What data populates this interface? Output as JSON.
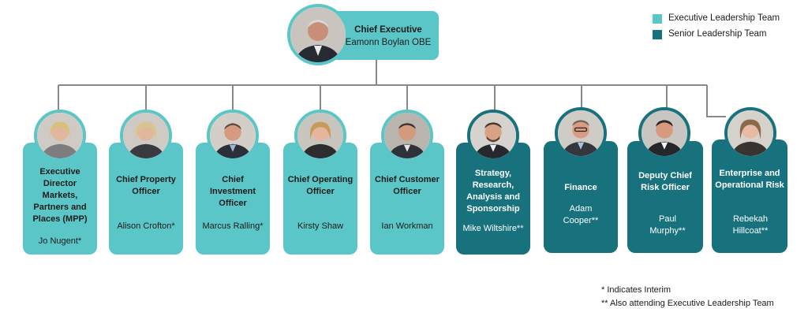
{
  "colors": {
    "elt": "#5bc6c7",
    "slt": "#17727e",
    "connector": "#888888"
  },
  "ceo": {
    "title": "Chief Executive",
    "name": "Eamonn Boylan OBE",
    "icon": "portrait-photo"
  },
  "legend": [
    {
      "label": "Executive Leadership Team",
      "color": "#5bc6c7"
    },
    {
      "label": "Senior Leadership Team",
      "color": "#17727e"
    }
  ],
  "members": [
    {
      "role": "Executive Director Markets, Partners and Places (MPP)",
      "name": "Jo Nugent*",
      "team": "Executive Leadership Team"
    },
    {
      "role": "Chief Property Officer",
      "name": "Alison Crofton*",
      "team": "Executive Leadership Team"
    },
    {
      "role": "Chief Investment Officer",
      "name": "Marcus Ralling*",
      "team": "Executive Leadership Team"
    },
    {
      "role": "Chief Operating Officer",
      "name": "Kirsty Shaw",
      "team": "Executive Leadership Team"
    },
    {
      "role": "Chief Customer Officer",
      "name": "Ian Workman",
      "team": "Executive Leadership Team"
    },
    {
      "role": "Strategy, Research, Analysis and Sponsorship",
      "name": "Mike Wiltshire**",
      "team": "Senior Leadership Team"
    },
    {
      "role": "Finance",
      "name": "Adam Cooper**",
      "team": "Senior Leadership Team"
    },
    {
      "role": "Deputy Chief Risk Officer",
      "name": "Paul Murphy**",
      "team": "Senior Leadership Team"
    },
    {
      "role": "Enterprise and Operational Risk",
      "name": "Rebekah Hillcoat**",
      "team": "Senior Leadership Team"
    }
  ],
  "notes": [
    "* Indicates Interim",
    "** Also attending Executive Leadership Team"
  ]
}
